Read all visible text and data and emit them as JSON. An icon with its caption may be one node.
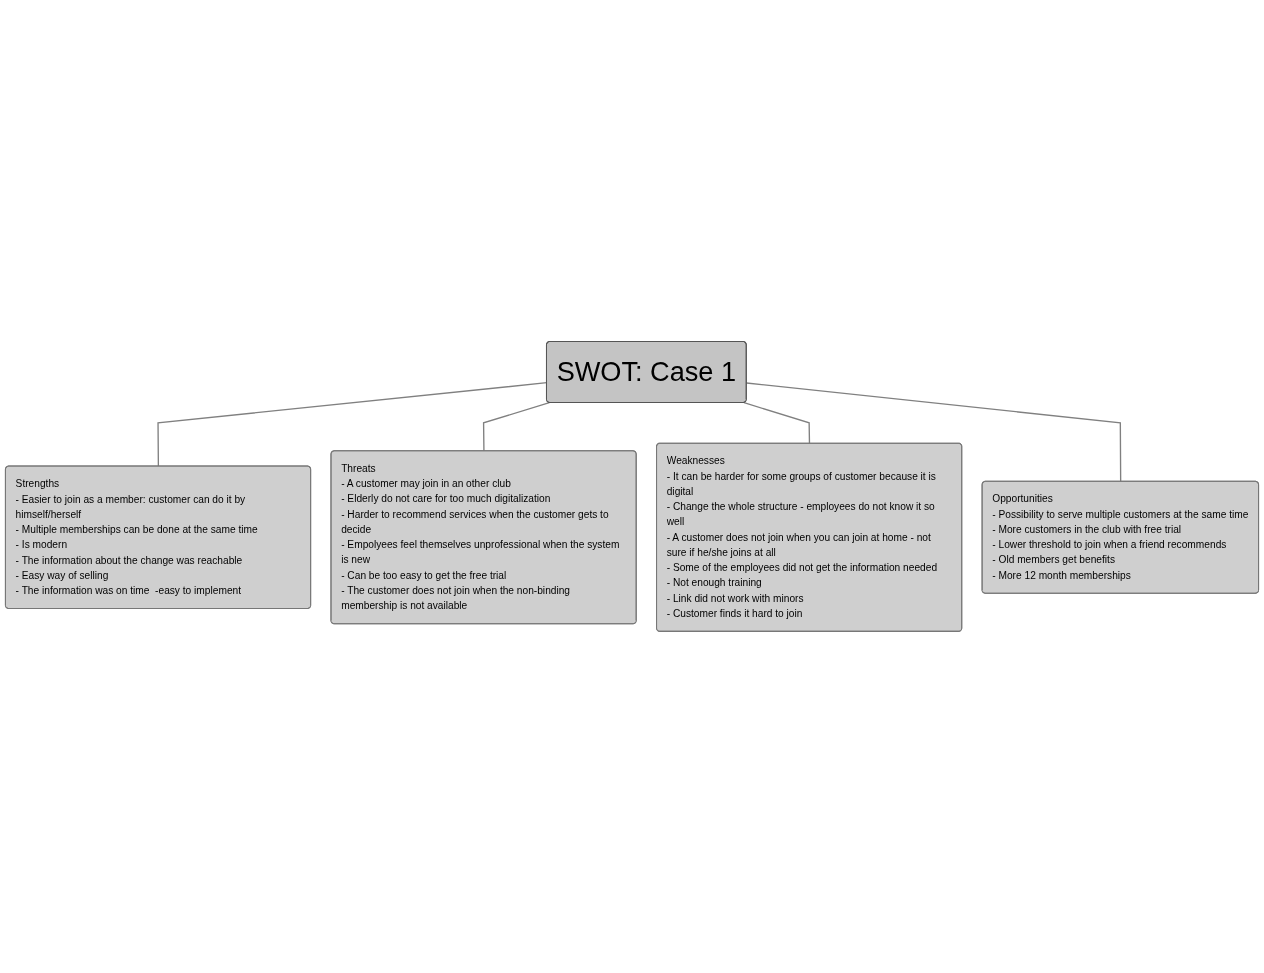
{
  "diagram": {
    "nodes": [
      {
        "text": [
          "Strengths",
          "- Easier to join as a member: customer can do it by himself/herself",
          "- Multiple memberships can be done at the same time",
          "- Is modern",
          "- The information about the change was reachable",
          "- Easy way of selling",
          "- The information was on time  -easy to implement"
        ]
      },
      {
        "text": [
          "Threats",
          "- A customer may join in an other club",
          "- Elderly do not care for too much digitalization",
          "- Harder to recommend services when the customer gets to decide",
          "- Empolyees feel themselves unprofessional when the system is new",
          "- Can be too easy to get the free trial",
          "- The customer does not join when the non-binding membership is not available"
        ]
      },
      {
        "text": [
          "SWOT: Case 1"
        ]
      },
      {
        "text": [
          "Weaknesses",
          "- It can be harder for some groups of customer because it is digital",
          "- Change the whole structure - employees do not know it so well",
          "- A customer does not join when you can join at home - not sure if he/she joins at all",
          "- Some of the employees did not get the information needed",
          "- Not enough training",
          "- Link did not work with minors",
          "- Customer finds it hard to join"
        ]
      },
      {
        "text": [
          "Opportunities",
          "- Possibility to serve multiple customers at the same time",
          "- More customers in the club with free trial",
          "- Lower threshold to join when a friend recommends",
          "- Old members get benefits",
          "- More 12 month memberships"
        ]
      }
    ],
    "edges": [
      {
        "from": 2,
        "to": 0,
        "arrow": "none"
      },
      {
        "from": 2,
        "to": 1,
        "arrow": "none"
      },
      {
        "from": 2,
        "to": 3,
        "arrow": "none"
      },
      {
        "from": 2,
        "to": 4,
        "arrow": "none"
      }
    ]
  }
}
